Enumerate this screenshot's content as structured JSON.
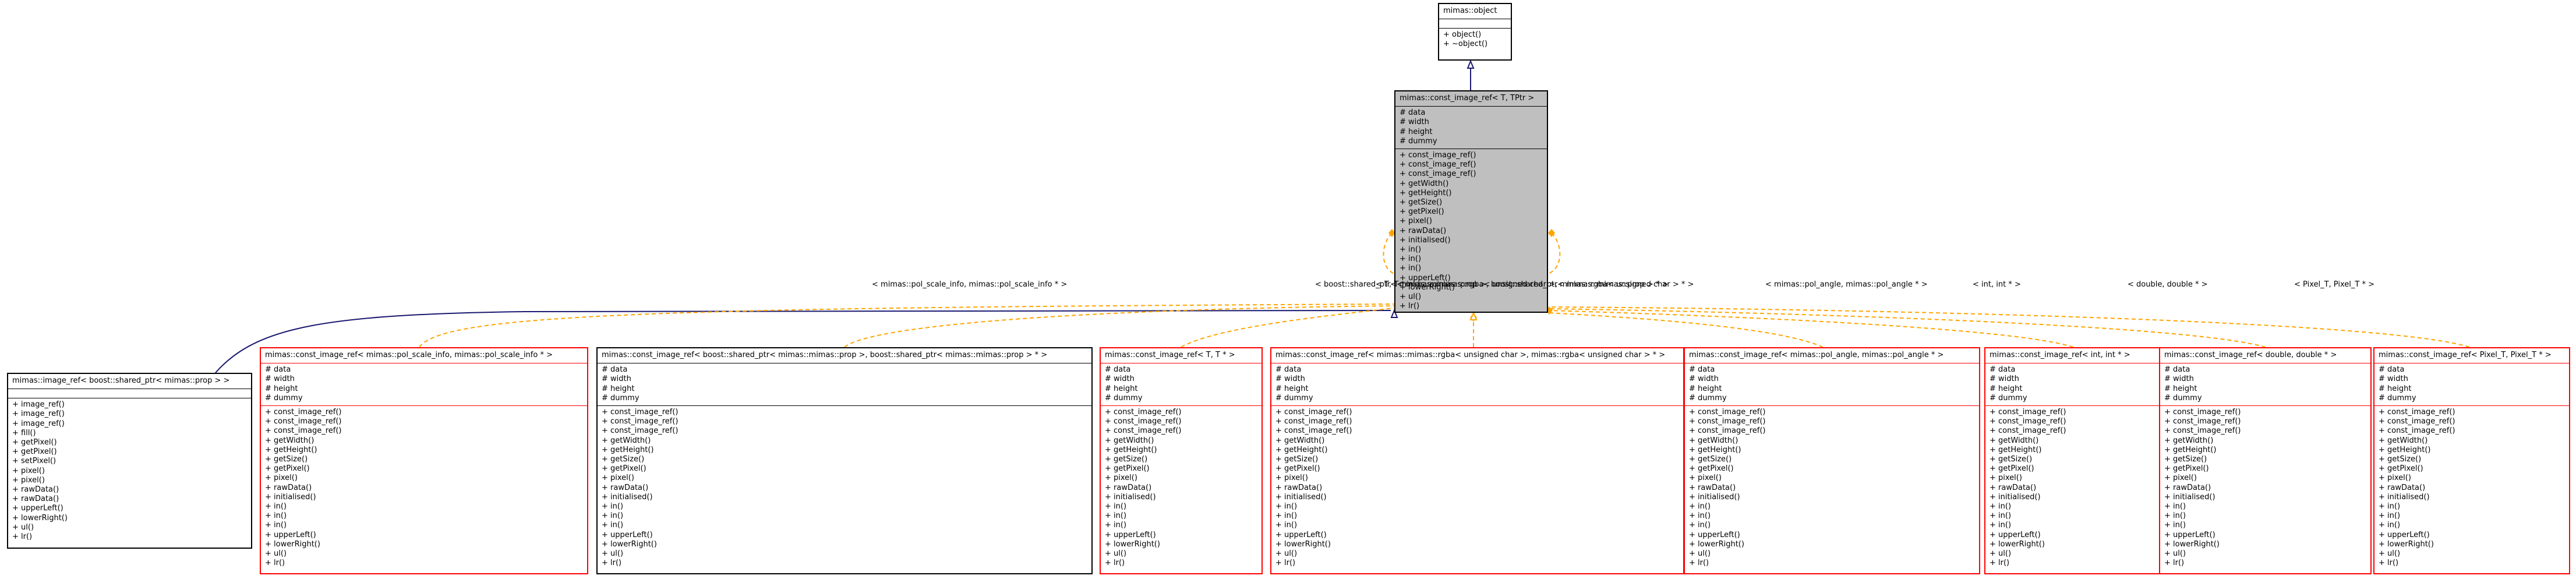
{
  "root": {
    "title": "mimas::object",
    "attributes": [],
    "methods": [
      "+ object()",
      "+ ~object()"
    ]
  },
  "base": {
    "title": "mimas::const_image_ref< T, TPtr >",
    "attributes": [
      "# data",
      "# width",
      "# height",
      "# dummy"
    ],
    "methods": [
      "+ const_image_ref()",
      "+ const_image_ref()",
      "+ const_image_ref()",
      "+ getWidth()",
      "+ getHeight()",
      "+ getSize()",
      "+ getPixel()",
      "+ pixel()",
      "+ rawData()",
      "+ initialised()",
      "+ in()",
      "+ in()",
      "+ in()",
      "+ upperLeft()",
      "+ lowerRight()",
      "+ ul()",
      "+ lr()"
    ]
  },
  "derived": [
    {
      "title": "mimas::image_ref< boost::shared_ptr< mimas::prop > >",
      "attributes": [],
      "methods": [
        "+ image_ref()",
        "+ image_ref()",
        "+ image_ref()",
        "+ fill()",
        "+ getPixel()",
        "+ getPixel()",
        "+ setPixel()",
        "+ pixel()",
        "+ pixel()",
        "+ rawData()",
        "+ rawData()",
        "+ upperLeft()",
        "+ lowerRight()",
        "+ ul()",
        "+ lr()"
      ]
    },
    {
      "title": "mimas::const_image_ref< mimas::pol_scale_info, mimas::pol_scale_info * >",
      "attributes": [
        "# data",
        "# width",
        "# height",
        "# dummy"
      ],
      "methods": [
        "+ const_image_ref()",
        "+ const_image_ref()",
        "+ const_image_ref()",
        "+ getWidth()",
        "+ getHeight()",
        "+ getSize()",
        "+ getPixel()",
        "+ pixel()",
        "+ rawData()",
        "+ initialised()",
        "+ in()",
        "+ in()",
        "+ in()",
        "+ upperLeft()",
        "+ lowerRight()",
        "+ ul()",
        "+ lr()"
      ]
    },
    {
      "title": "mimas::const_image_ref< boost::shared_ptr< mimas::mimas::prop >, boost::shared_ptr< mimas::mimas::prop > * >",
      "attributes": [
        "# data",
        "# width",
        "# height",
        "# dummy"
      ],
      "methods": [
        "+ const_image_ref()",
        "+ const_image_ref()",
        "+ const_image_ref()",
        "+ getWidth()",
        "+ getHeight()",
        "+ getSize()",
        "+ getPixel()",
        "+ pixel()",
        "+ rawData()",
        "+ initialised()",
        "+ in()",
        "+ in()",
        "+ in()",
        "+ upperLeft()",
        "+ lowerRight()",
        "+ ul()",
        "+ lr()"
      ]
    },
    {
      "title": "mimas::const_image_ref< T, T * >",
      "attributes": [
        "# data",
        "# width",
        "# height",
        "# dummy"
      ],
      "methods": [
        "+ const_image_ref()",
        "+ const_image_ref()",
        "+ const_image_ref()",
        "+ getWidth()",
        "+ getHeight()",
        "+ getSize()",
        "+ getPixel()",
        "+ pixel()",
        "+ rawData()",
        "+ initialised()",
        "+ in()",
        "+ in()",
        "+ in()",
        "+ upperLeft()",
        "+ lowerRight()",
        "+ ul()",
        "+ lr()"
      ]
    },
    {
      "title": "mimas::const_image_ref< mimas::mimas::rgba< unsigned char >, mimas::rgba< unsigned char > * >",
      "attributes": [
        "# data",
        "# width",
        "# height",
        "# dummy"
      ],
      "methods": [
        "+ const_image_ref()",
        "+ const_image_ref()",
        "+ const_image_ref()",
        "+ getWidth()",
        "+ getHeight()",
        "+ getSize()",
        "+ getPixel()",
        "+ pixel()",
        "+ rawData()",
        "+ initialised()",
        "+ in()",
        "+ in()",
        "+ in()",
        "+ upperLeft()",
        "+ lowerRight()",
        "+ ul()",
        "+ lr()"
      ]
    },
    {
      "title": "mimas::const_image_ref< mimas::pol_angle, mimas::pol_angle * >",
      "attributes": [
        "# data",
        "# width",
        "# height",
        "# dummy"
      ],
      "methods": [
        "+ const_image_ref()",
        "+ const_image_ref()",
        "+ const_image_ref()",
        "+ getWidth()",
        "+ getHeight()",
        "+ getSize()",
        "+ getPixel()",
        "+ pixel()",
        "+ rawData()",
        "+ initialised()",
        "+ in()",
        "+ in()",
        "+ in()",
        "+ upperLeft()",
        "+ lowerRight()",
        "+ ul()",
        "+ lr()"
      ]
    },
    {
      "title": "mimas::const_image_ref< int, int * >",
      "attributes": [
        "# data",
        "# width",
        "# height",
        "# dummy"
      ],
      "methods": [
        "+ const_image_ref()",
        "+ const_image_ref()",
        "+ const_image_ref()",
        "+ getWidth()",
        "+ getHeight()",
        "+ getSize()",
        "+ getPixel()",
        "+ pixel()",
        "+ rawData()",
        "+ initialised()",
        "+ in()",
        "+ in()",
        "+ in()",
        "+ upperLeft()",
        "+ lowerRight()",
        "+ ul()",
        "+ lr()"
      ]
    },
    {
      "title": "mimas::const_image_ref< double, double * >",
      "attributes": [
        "# data",
        "# width",
        "# height",
        "# dummy"
      ],
      "methods": [
        "+ const_image_ref()",
        "+ const_image_ref()",
        "+ const_image_ref()",
        "+ getWidth()",
        "+ getHeight()",
        "+ getSize()",
        "+ getPixel()",
        "+ pixel()",
        "+ rawData()",
        "+ initialised()",
        "+ in()",
        "+ in()",
        "+ in()",
        "+ upperLeft()",
        "+ lowerRight()",
        "+ ul()",
        "+ lr()"
      ]
    },
    {
      "title": "mimas::const_image_ref< Pixel_T, Pixel_T * >",
      "attributes": [
        "# data",
        "# width",
        "# height",
        "# dummy"
      ],
      "methods": [
        "+ const_image_ref()",
        "+ const_image_ref()",
        "+ const_image_ref()",
        "+ getWidth()",
        "+ getHeight()",
        "+ getSize()",
        "+ getPixel()",
        "+ pixel()",
        "+ rawData()",
        "+ initialised()",
        "+ in()",
        "+ in()",
        "+ in()",
        "+ upperLeft()",
        "+ lowerRight()",
        "+ ul()",
        "+ lr()"
      ]
    }
  ],
  "edge_labels": [
    "< mimas::pol_scale_info, mimas::pol_scale_info * >",
    "< boost::shared_ptr< mimas::mimas::prop >, boost::shared_ptr< mimas::mimas::prop > * >",
    "< T, T * >",
    "< mimas::mimas::rgba< unsigned char >, mimas::rgba< unsigned char > * >",
    "< mimas::pol_angle, mimas::pol_angle * >",
    "< int, int * >",
    "< double, double * >",
    "< Pixel_T, Pixel_T * >"
  ],
  "colors": {
    "inheritance_edge": "#191970",
    "template_edge": "#ffa500",
    "template_box_border": "#ff0000",
    "focus_box_fill": "#bfbfbf"
  }
}
